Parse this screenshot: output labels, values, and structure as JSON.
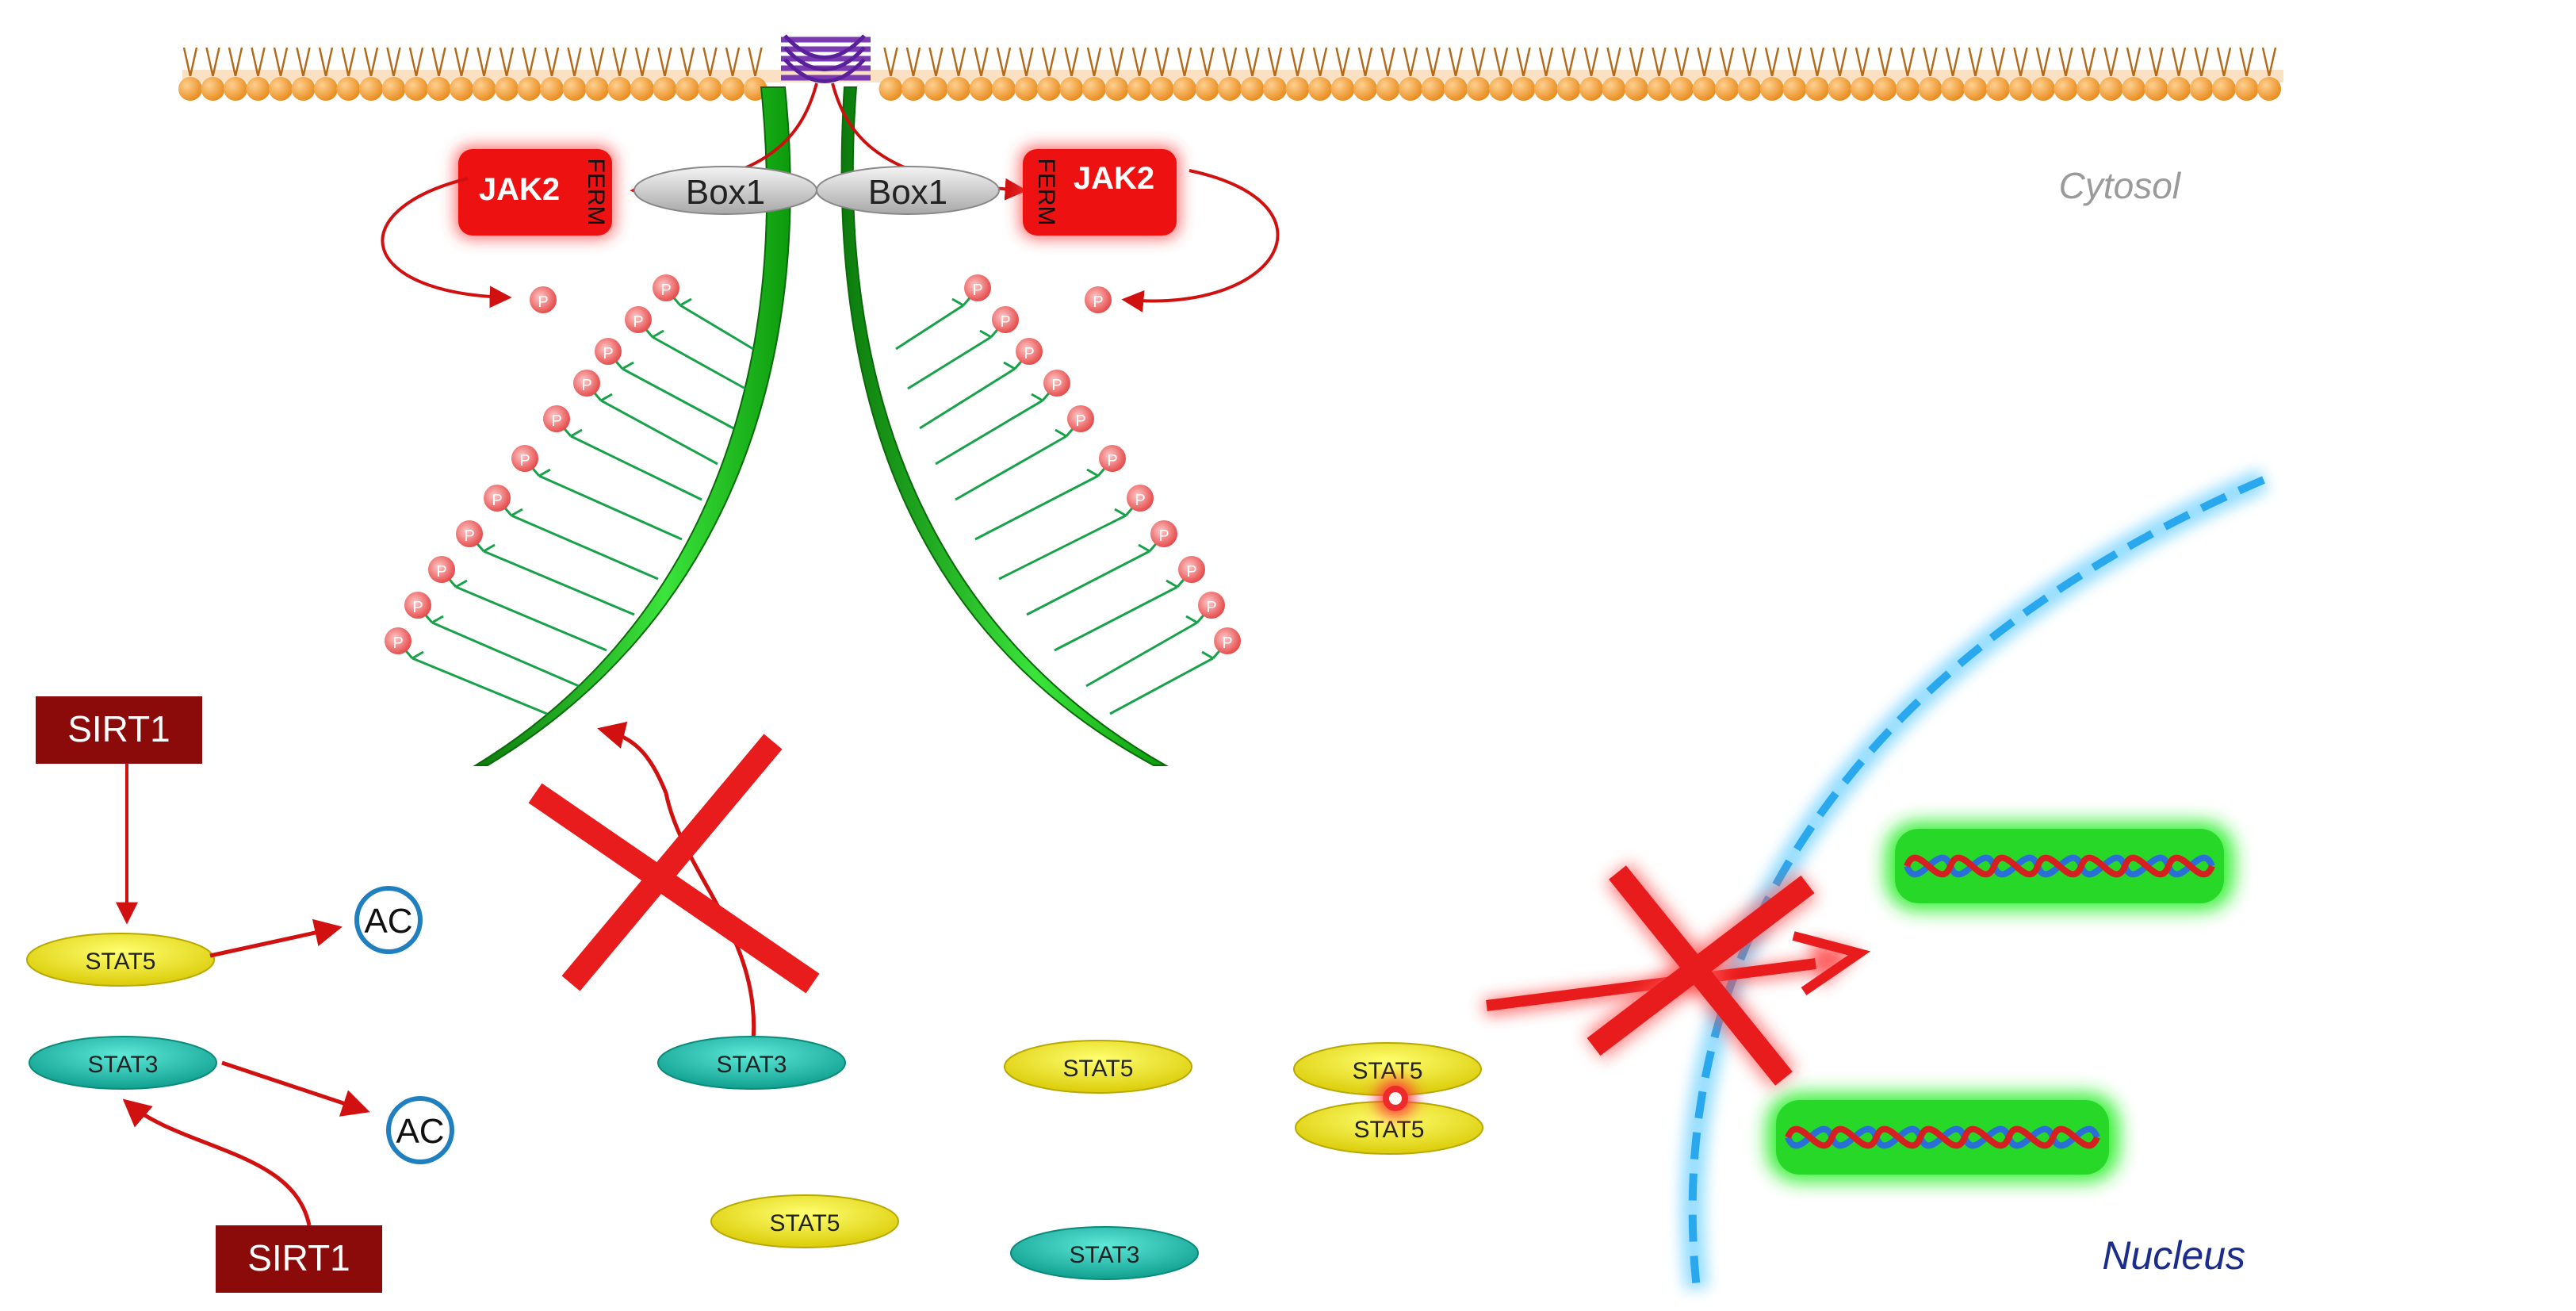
{
  "labels": {
    "cytosol": "Cytosol",
    "nucleus": "Nucleus",
    "jak2": "JAK2",
    "ferm": "FERM",
    "box1": "Box1",
    "phospho": "P",
    "sirt1": "SIRT1",
    "stat5": "STAT5",
    "stat3": "STAT3",
    "ac": "AC"
  },
  "colors": {
    "membrane_head": "#f39a2c",
    "jak2": "#ee1111",
    "receptor": "#1fc41f",
    "phospho": "#f26060",
    "sirt1": "#8b0a0a",
    "stat5": "#e6e200",
    "stat3": "#16b8a8",
    "ac_ring": "#1f7fbf",
    "nucleus_envelope": "#3fb8f0",
    "inhibit_cross": "#e81c1c",
    "dna_strand_1": "#d42020",
    "dna_strand_2": "#2a6fd8",
    "dna_glow": "#22ee22"
  }
}
